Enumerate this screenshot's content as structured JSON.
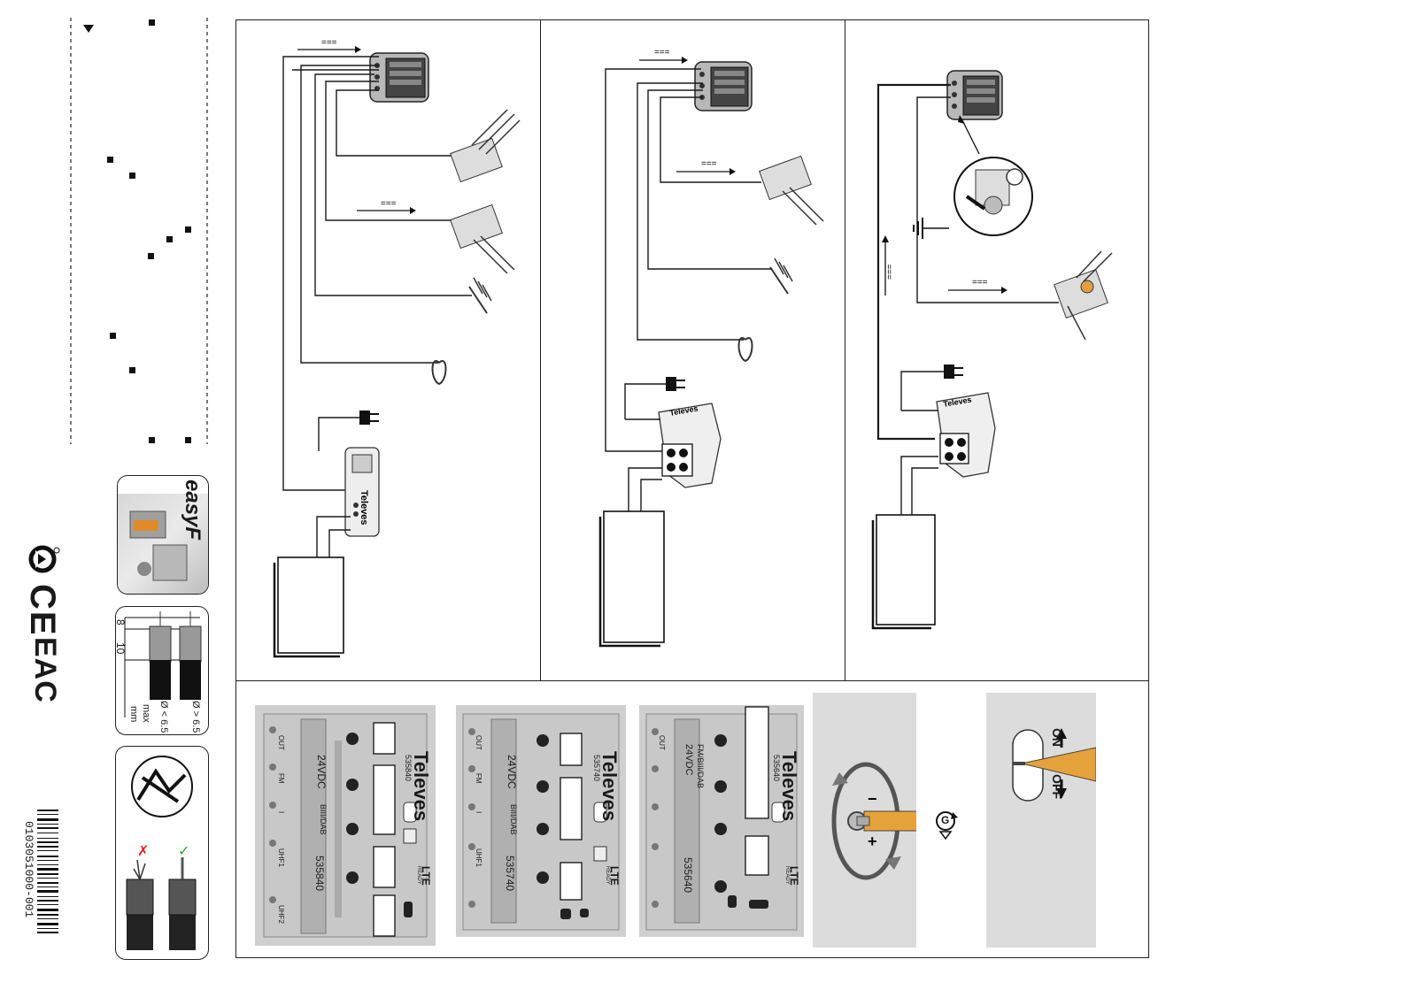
{
  "barcode_number": "0103051000-001",
  "brand": "Televes",
  "lte_badge": "LTE",
  "lte_badge_sub": "READY",
  "certification_marks": {
    "ce": "CE",
    "eac": "EAC"
  },
  "cable_prep": {
    "dim_8": "8",
    "dim_10": "10",
    "dia_small": "Ø < 6.5",
    "dia_large": "Ø > 6.5",
    "max_label": "max",
    "unit": "mm"
  },
  "logo": {
    "easy_f": "easyF"
  },
  "amplifiers": [
    {
      "model": "535840",
      "voltage": "24VDC",
      "band_label": "BIII/DAB",
      "model_print": "535840"
    },
    {
      "model": "535740",
      "voltage": "24VDC",
      "band_label": "BIII/DAB",
      "model_print": "535740"
    },
    {
      "model": "535640",
      "voltage": "24VDC",
      "band_label": "FM/BIII/DAB",
      "model_print": "535640"
    }
  ],
  "amp_port_labels": [
    "OUT",
    "FM",
    "I",
    "UHF1",
    "UHF2"
  ],
  "switch": {
    "on": "ON",
    "off": "OFF"
  },
  "gain_symbol": "G",
  "power_symbol": "===",
  "icons": [
    "recycling-icon",
    "ce-mark-icon",
    "eac-mark-icon",
    "barcode-icon",
    "wrong-mark-icon",
    "ok-mark-icon",
    "plug-icon",
    "antenna-icon",
    "ground-icon",
    "screwdriver-icon",
    "arrow-icon"
  ]
}
